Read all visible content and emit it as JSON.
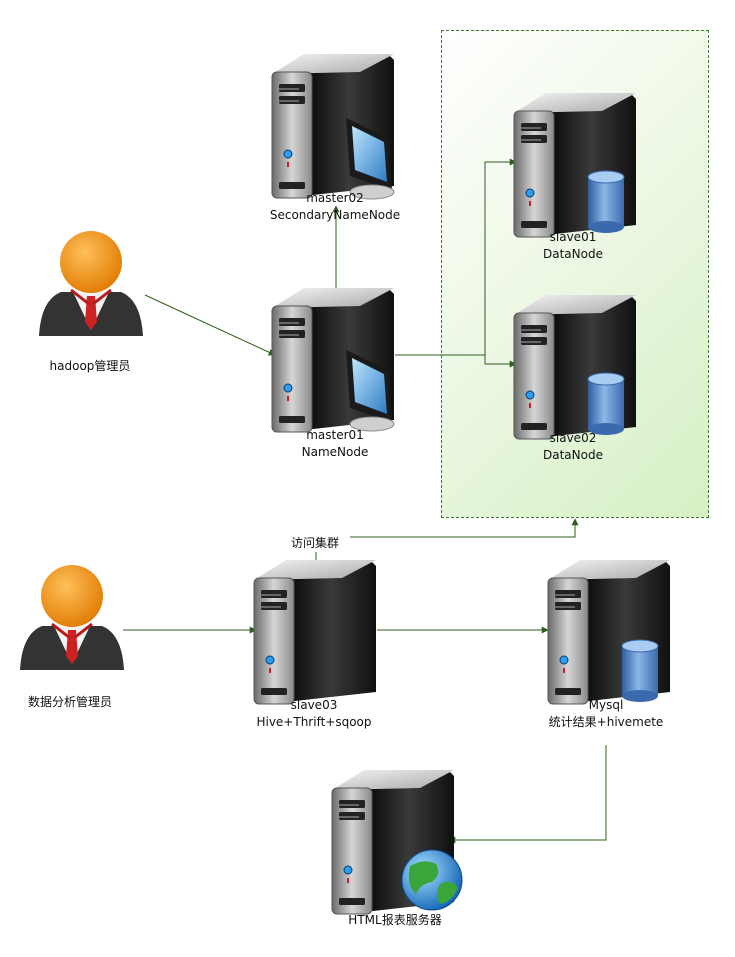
{
  "nodes": {
    "master02": {
      "name": "master02",
      "role": "SecondaryNameNode"
    },
    "master01": {
      "name": "master01",
      "role": "NameNode"
    },
    "slave01": {
      "name": "slave01",
      "role": "DataNode"
    },
    "slave02": {
      "name": "slave02",
      "role": "DataNode"
    },
    "slave03": {
      "name": "slave03",
      "role": "Hive+Thrift+sqoop"
    },
    "mysql": {
      "name": "Mysql",
      "role": "统计结果+hivemete"
    },
    "html_server": {
      "name": "HTML报表服务器"
    }
  },
  "actors": {
    "hadoop_admin": "hadoop管理员",
    "data_admin": "数据分析管理员"
  },
  "edges": {
    "access_cluster": "访问集群"
  },
  "colors": {
    "arrow": "#2f5e1f",
    "cluster_border": "#3d7a2e",
    "cluster_fill": "#d6f0c4",
    "server_body": "#2a2a2a",
    "person_head": "#f08a10",
    "database": "#4f86c6"
  }
}
